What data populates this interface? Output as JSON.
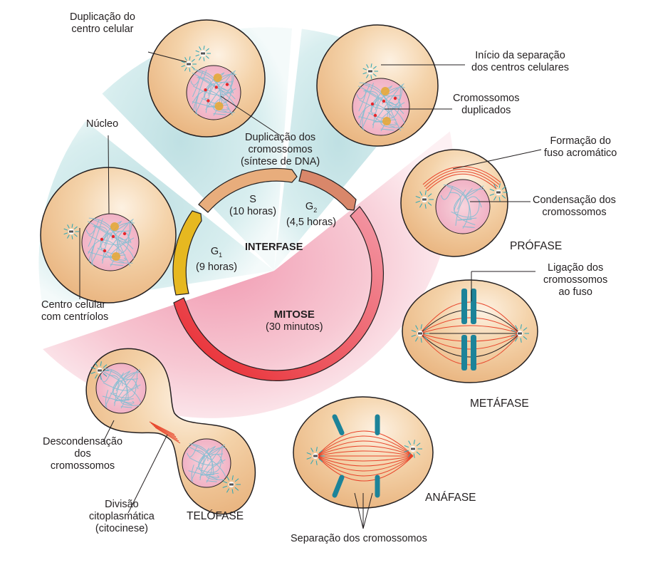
{
  "diagram": {
    "title_interphase": "INTERFASE",
    "title_mitosis": "MITOSE",
    "mitosis_duration": "(30 minutos)",
    "cycle_phases": [
      {
        "id": "G1",
        "name": "G",
        "sub": "1",
        "duration": "(9 horas)",
        "color": "#e6b820"
      },
      {
        "id": "S",
        "name": "S",
        "sub": "",
        "duration": "(10 horas)",
        "color": "#e8ad7c"
      },
      {
        "id": "G2",
        "name": "G",
        "sub": "2",
        "duration": "(4,5 horas)",
        "color": "#d9876a"
      },
      {
        "id": "M",
        "name": "MITOSE",
        "sub": "",
        "duration": "(30 minutos)",
        "color": "#e8262b"
      }
    ],
    "colors": {
      "interphase_bg": "#d5eced",
      "mitosis_bg": "#f4b6c4",
      "cytoplasm": "#f0c898",
      "nucleus": "#f5c2d0",
      "chromatin": "#7fbcd1",
      "chromosome": "#1c8399",
      "spindle": "#e8442a"
    },
    "phase_labels": {
      "prophase": "PRÓFASE",
      "metaphase": "METÁFASE",
      "anaphase": "ANÁFASE",
      "telophase": "TELÓFASE"
    },
    "annotations": {
      "centrosome_duplication": [
        "Duplicação do",
        "centro celular"
      ],
      "dna_synthesis": [
        "Duplicação dos",
        "cromossomos",
        "(síntese de DNA)"
      ],
      "nucleus": [
        "Núcleo"
      ],
      "centrosome": [
        "Centro celular",
        "com centríolos"
      ],
      "centrosome_separation": [
        "Início da separação",
        "dos centros celulares"
      ],
      "duplicated_chromosomes": [
        "Cromossomos",
        "duplicados"
      ],
      "spindle_formation": [
        "Formação do",
        "fuso acromático"
      ],
      "chromosome_condensation": [
        "Condensação dos",
        "cromossomos"
      ],
      "spindle_attachment": [
        "Ligação dos",
        "cromossomos",
        "ao fuso"
      ],
      "chromosome_separation": [
        "Separação dos cromossomos"
      ],
      "decondensation": [
        "Descondensação",
        "dos",
        "cromossomos"
      ],
      "cytokinesis": [
        "Divisão",
        "citoplasmática",
        "(citocinese)"
      ]
    }
  }
}
